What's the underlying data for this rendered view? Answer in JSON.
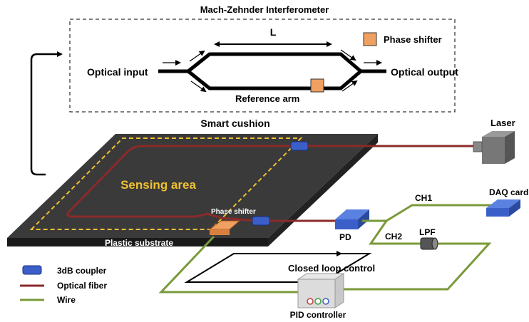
{
  "mzi": {
    "title": "Mach-Zehnder Interferometer",
    "length_label": "L",
    "phase_shifter_legend": "Phase shifter",
    "optical_input": "Optical input",
    "optical_output": "Optical output",
    "reference_arm": "Reference arm"
  },
  "cushion": {
    "title": "Smart cushion",
    "sensing_area": "Sensing area",
    "phase_shifter": "Phase shifter",
    "substrate": "Plastic substrate"
  },
  "devices": {
    "laser": "Laser",
    "daq": "DAQ card",
    "pd": "PD",
    "ch1": "CH1",
    "ch2": "CH2",
    "lpf": "LPF",
    "loop": "Closed loop control",
    "pid": "PID controller"
  },
  "legend": {
    "coupler": "3dB coupler",
    "fiber": "Optical fiber",
    "wire": "Wire"
  },
  "colors": {
    "fiber": "#8b2a2a",
    "wire": "#7a9a3a",
    "coupler": "#3a5fc8",
    "phase_shifter": "#f0a060",
    "sensing": "#f0c030",
    "cushion": "#3a3a3a"
  }
}
